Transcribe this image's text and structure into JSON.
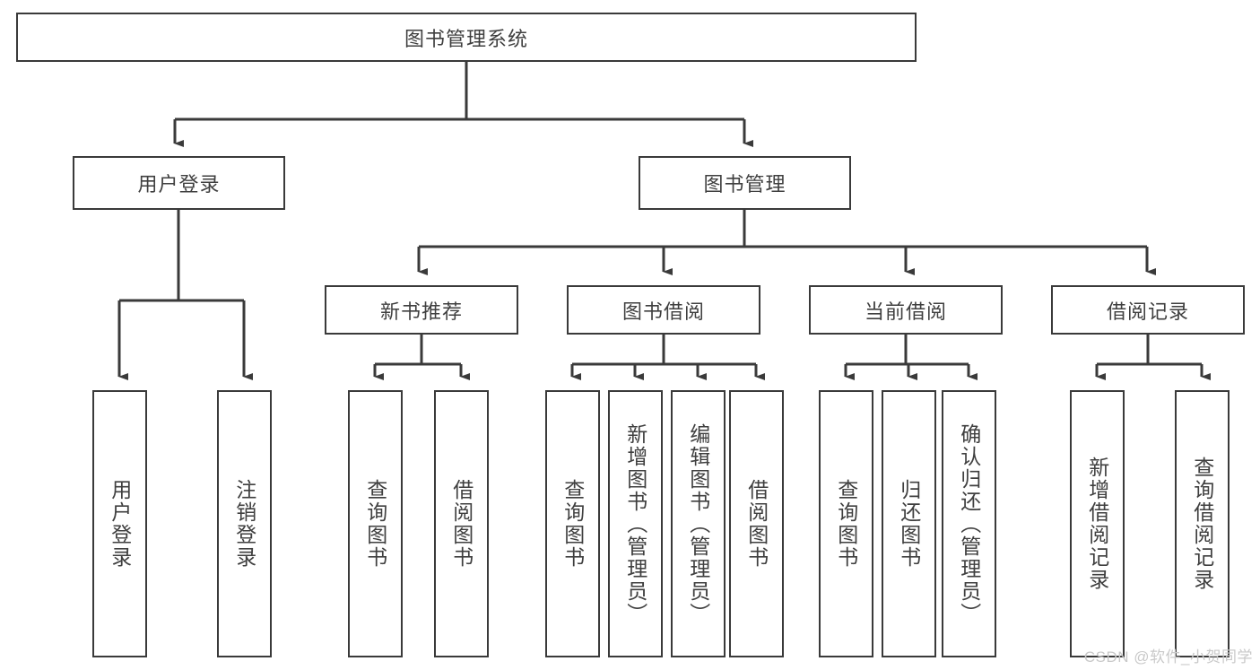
{
  "diagram": {
    "title": "图书管理系统",
    "type": "功能结构图",
    "stroke_color": "#3a3a3a",
    "text_color": "#3f3f3f",
    "background_color": "#ffffff"
  },
  "root": {
    "label": "图书管理系统"
  },
  "level2": [
    {
      "label": "用户登录"
    },
    {
      "label": "图书管理"
    }
  ],
  "level3": [
    {
      "label": "新书推荐"
    },
    {
      "label": "图书借阅"
    },
    {
      "label": "当前借阅"
    },
    {
      "label": "借阅记录"
    }
  ],
  "leaves": {
    "user_login": [
      {
        "label": "用户登录"
      },
      {
        "label": "注销登录"
      }
    ],
    "new_book_recommend": [
      {
        "label": "查询图书"
      },
      {
        "label": "借阅图书"
      }
    ],
    "book_borrow": [
      {
        "label": "查询图书"
      },
      {
        "label": "新增图书（管理员）"
      },
      {
        "label": "编辑图书（管理员）"
      },
      {
        "label": "借阅图书"
      }
    ],
    "current_borrow": [
      {
        "label": "查询图书"
      },
      {
        "label": "归还图书"
      },
      {
        "label": "确认归还（管理员）"
      }
    ],
    "borrow_record": [
      {
        "label": "新增借阅记录"
      },
      {
        "label": "查询借阅记录"
      }
    ]
  },
  "watermark": {
    "text": "CSDN @软件_小贺同学"
  }
}
